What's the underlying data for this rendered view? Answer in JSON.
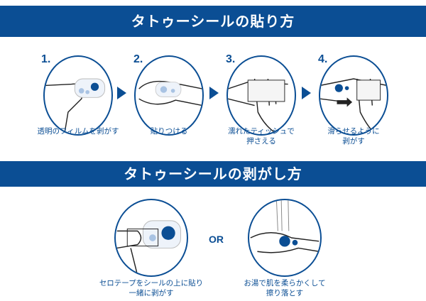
{
  "apply_section": {
    "title": "タトゥーシールの貼り方",
    "steps": [
      {
        "number": "1.",
        "caption_line1": "透明のフィルムを剥がす",
        "caption_line2": ""
      },
      {
        "number": "2.",
        "caption_line1": "貼りつける",
        "caption_line2": ""
      },
      {
        "number": "3.",
        "caption_line1": "濡れたティッシュで",
        "caption_line2": "押さえる"
      },
      {
        "number": "4.",
        "caption_line1": "滑らせるように",
        "caption_line2": "剥がす"
      }
    ]
  },
  "remove_section": {
    "title": "タトゥーシールの剥がし方",
    "methods": [
      {
        "caption_line1": "セロテープをシールの上に貼り",
        "caption_line2": "一緒に剥がす"
      },
      {
        "caption_line1": "お湯で肌を柔らかくして",
        "caption_line2": "擦り落とす"
      }
    ],
    "separator": "OR"
  },
  "colors": {
    "brand": "#0b4e94",
    "sticker_light": "#a9c3e3"
  }
}
